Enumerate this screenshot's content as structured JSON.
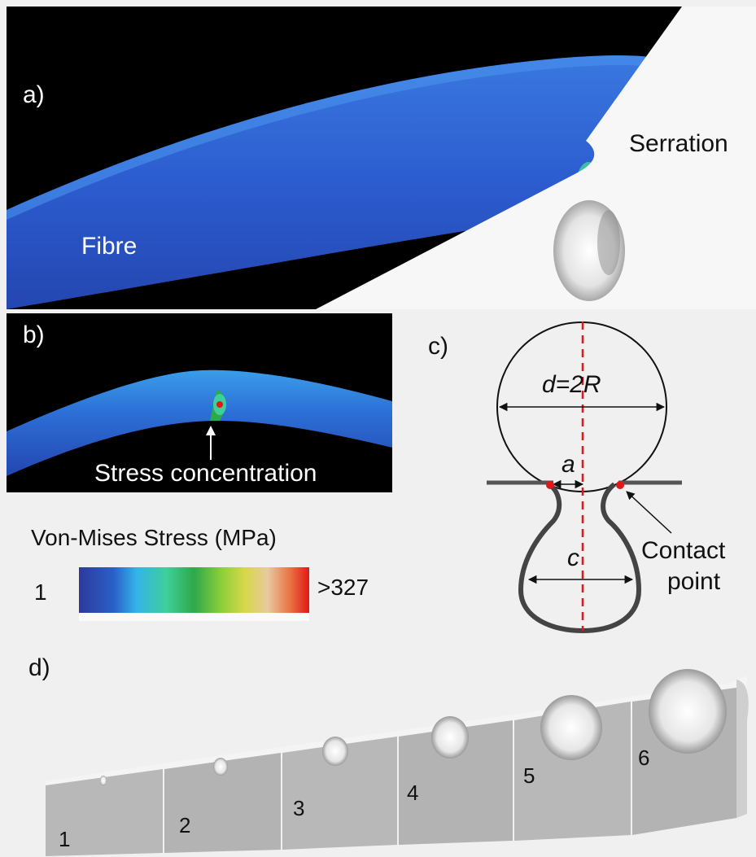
{
  "panel_a": {
    "label": "a)",
    "fibre_label": "Fibre",
    "serration_label": "Serration"
  },
  "panel_b": {
    "label": "b)",
    "annotation": "Stress concentration"
  },
  "colorbar": {
    "title": "Von-Mises Stress (MPa)",
    "min_label": "1",
    "max_label": ">327",
    "colors": [
      "#2d3a9a",
      "#2a5fc8",
      "#33b4e8",
      "#3fcf9a",
      "#2fa84a",
      "#8ccf3a",
      "#d6d84a",
      "#e8c9a0",
      "#e87040",
      "#e01818"
    ]
  },
  "panel_c": {
    "label": "c)",
    "diameter_label": "d=2R",
    "a_label": "a",
    "c_label": "c",
    "contact_label_line1": "Contact",
    "contact_label_line2": "point",
    "contact_point_color": "#e01818",
    "axis_color": "#e01818"
  },
  "panel_d": {
    "label": "d)",
    "block_numbers": [
      "1",
      "2",
      "3",
      "4",
      "5",
      "6"
    ]
  }
}
